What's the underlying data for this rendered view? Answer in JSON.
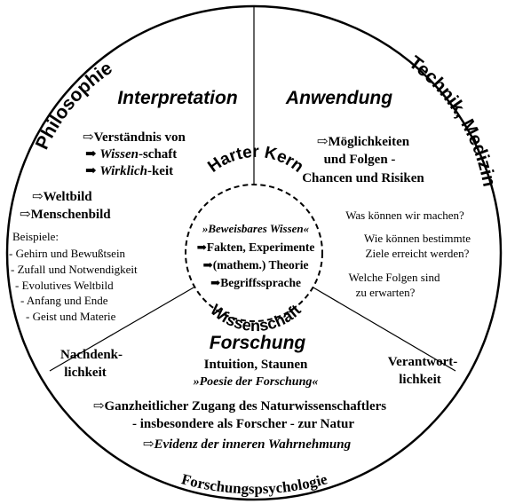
{
  "outer": {
    "philosophie": "Philosophie",
    "technik": "Technik, Medizin",
    "forschungspsychologie": "Forschungspsychologie"
  },
  "core": {
    "top": "Harter Kern",
    "bottom": "Wissenschaft",
    "lines": [
      "»Beweisbares Wissen«",
      "➡Fakten, Experimente",
      "➡(mathem.) Theorie",
      "➡Begriffssprache"
    ]
  },
  "interpretation": {
    "title": "Interpretation",
    "line1": "⇨Verständnis von",
    "wissen_a": "Wissen",
    "wissen_b": "-schaft",
    "wirklich_a": "Wirklich",
    "wirklich_b": "-keit",
    "weltbild": "⇨Weltbild",
    "menschenbild": "⇨Menschenbild",
    "beispiele_label": "Beispiele:",
    "beispiele": [
      "- Gehirn und Bewußtsein",
      "- Zufall und Notwendigkeit",
      "- Evolutives Weltbild",
      "- Anfang und Ende",
      "- Geist und Materie"
    ]
  },
  "anwendung": {
    "title": "Anwendung",
    "lines": [
      "⇨Möglichkeiten",
      "und Folgen -",
      "Chancen und Risiken"
    ],
    "q1": "Was können wir machen?",
    "q2": [
      "Wie können bestimmte",
      "Ziele erreicht werden?"
    ],
    "q3": [
      "Welche Folgen sind",
      "zu erwarten?"
    ]
  },
  "forschung": {
    "title": "Forschung",
    "intuition": "Intuition, Staunen",
    "poesie": "»Poesie der Forschung«",
    "nachdenk": [
      "Nachdenk-",
      "lichkeit"
    ],
    "verantwort": [
      "Verantwort-",
      "lichkeit"
    ],
    "zugang": [
      "⇨Ganzheitlicher Zugang des Naturwissenschaftlers",
      "- insbesondere als Forscher - zur Natur"
    ],
    "evidenz": "⇨Evidenz der inneren Wahrnehmung"
  }
}
